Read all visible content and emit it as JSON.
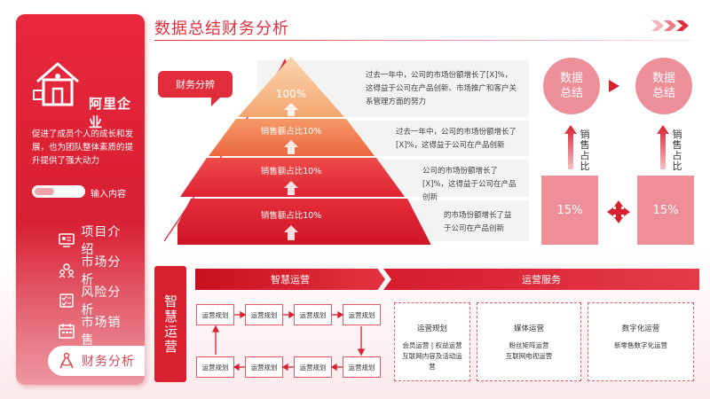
{
  "header": {
    "title": "数据总结财务分析"
  },
  "sidebar": {
    "brand": "阿里企业",
    "intro": "促进了成员个人的成长和发展，也为团队整体素质的提升提供了强大动力",
    "toggle_label": "输入内容",
    "items": [
      {
        "label": "项目介绍",
        "icon": "monitor-icon",
        "active": false
      },
      {
        "label": "市场分析",
        "icon": "team-icon",
        "active": false
      },
      {
        "label": "风险分析",
        "icon": "checklist-icon",
        "active": false
      },
      {
        "label": "市场销售",
        "icon": "calendar-icon",
        "active": false
      },
      {
        "label": "财务分析",
        "icon": "compass-icon",
        "active": true
      }
    ]
  },
  "pyramid": {
    "callout": "财务分辨",
    "layers": [
      {
        "label": "100%",
        "desc": "过去一年中，公司的市场份额增长了[X]%，这得益于公司在产品创新、市场推广和客户关系管理方面的努力",
        "color": "#f6b98a"
      },
      {
        "label": "销售额占比10%",
        "desc": "过去一年中，公司的市场份额增长了[X]%，这得益于公司在产品创新",
        "color": "#f07a4f"
      },
      {
        "label": "销售额占比10%",
        "desc": "公司的市场份额增长了[X]%，这得益于公司在产品创新",
        "color": "#e8333f"
      },
      {
        "label": "销售额占比10%",
        "desc": "的市场份额增长了益于公司在产品创新",
        "color": "#dc1e2c"
      }
    ]
  },
  "stats": {
    "left": {
      "circle": "数据总结",
      "vertical": "销售占比",
      "value": "15%"
    },
    "right": {
      "circle": "数据总结",
      "vertical": "销售占比",
      "value": "15%"
    }
  },
  "smart": {
    "vertical_title": "智慧运营",
    "band_left": "智慧运营",
    "band_right": "运营服务",
    "flow_label": "运营规划"
  },
  "services": [
    {
      "title": "运营规划",
      "lines": [
        "会员运营 | 权益运营",
        "互联网内容及活动运",
        "营"
      ]
    },
    {
      "title": "媒体运营",
      "lines": [
        "粉丝矩阵运营",
        "互联网电视运营"
      ]
    },
    {
      "title": "数字化运营",
      "lines": [
        "新零售数字化运营"
      ]
    }
  ],
  "colors": {
    "primary": "#e0303f",
    "accent": "#d8202f",
    "soft": "#ee8f98"
  }
}
